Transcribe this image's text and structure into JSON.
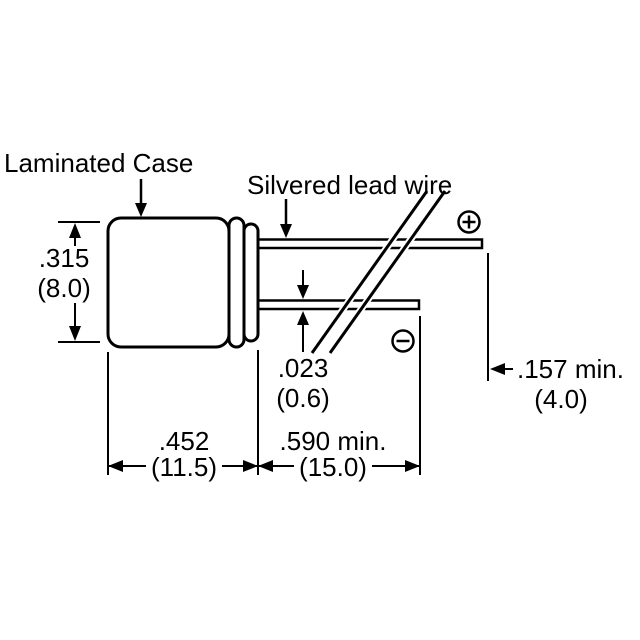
{
  "diagram": {
    "background_color": "#ffffff",
    "line_color": "#000000",
    "labels": {
      "laminated_case": "Laminated Case",
      "silvered_lead_wire": "Silvered lead wire"
    },
    "polarity_icons": {
      "positive": "plus-circle-icon",
      "negative": "minus-circle-icon"
    },
    "dimensions": {
      "case_diameter": {
        "in": ".315",
        "mm": "(8.0)"
      },
      "lead_diameter": {
        "in": ".023",
        "mm": "(0.6)"
      },
      "lead_end_clearance": {
        "in": ".157 min.",
        "mm": "(4.0)"
      },
      "case_length": {
        "in": ".452",
        "mm": "(11.5)"
      },
      "lead_length": {
        "in": ".590 min.",
        "mm": "(15.0)"
      }
    }
  }
}
